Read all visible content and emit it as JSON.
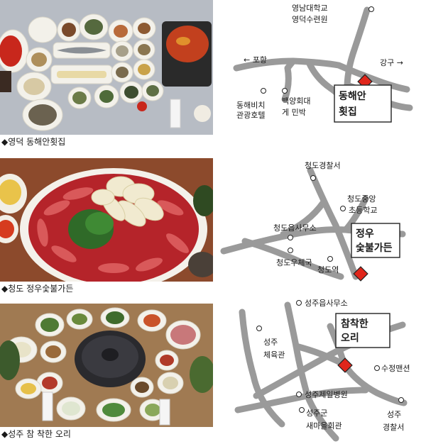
{
  "rows": [
    {
      "caption": "◆영덕 동해안횟집",
      "map": {
        "north_label": [
          "영남대학교",
          "영덕수련원"
        ],
        "left_arrow": "← 포항",
        "right_label": "강구 →",
        "landmarks": [
          [
            "동해비치",
            "관광호텔"
          ],
          [
            "백양회대",
            "게 민박"
          ]
        ],
        "restaurant": [
          "동해안",
          "횟집"
        ]
      }
    },
    {
      "caption": "◆청도 정우숯불가든",
      "map": {
        "landmarks": [
          "청도경찰서",
          "청도중앙",
          "초등학교",
          "청도읍사무소",
          "청도우체국",
          "청도역"
        ],
        "restaurant": [
          "정우",
          "숯불가든"
        ]
      }
    },
    {
      "caption": "◆성주 참 착한 오리",
      "map": {
        "landmarks": [
          "성주읍사무소",
          "성주",
          "체육관",
          "수정맨션",
          "성주제일병원",
          "성주군",
          "새마을회관",
          "성주",
          "경찰서"
        ],
        "restaurant": [
          "참착한",
          "오리"
        ]
      }
    }
  ],
  "colors": {
    "marker": "#e0261b",
    "road": "#9a9a9a"
  }
}
